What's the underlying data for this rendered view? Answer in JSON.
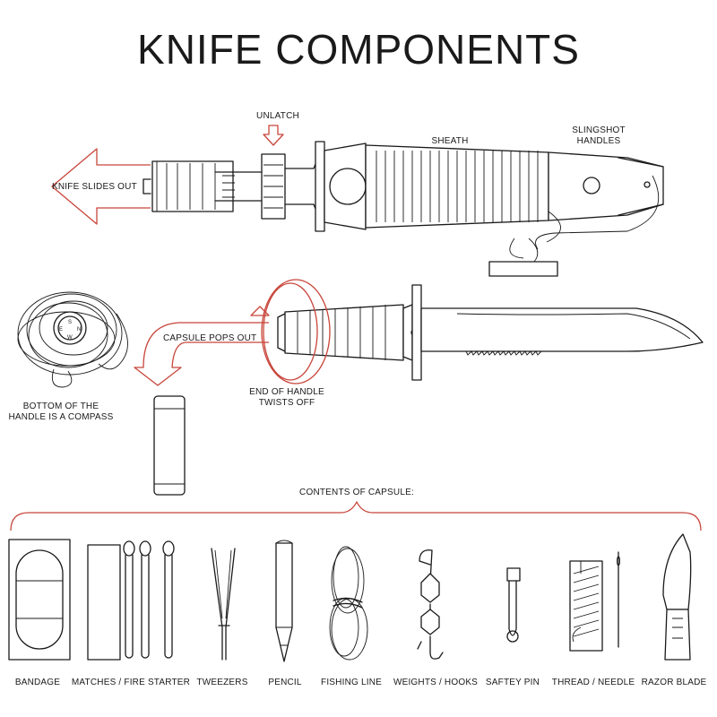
{
  "title": "KNIFE COMPONENTS",
  "labels": {
    "unlatch": "UNLATCH",
    "sheath": "SHEATH",
    "slingshot_line1": "SLINGSHOT",
    "slingshot_line2": "HANDLES",
    "knife_slides_out": "KNIFE SLIDES OUT",
    "capsule_pops_out": "CAPSULE POPS OUT",
    "end_of_handle_line1": "END OF HANDLE",
    "end_of_handle_line2": "TWISTS OFF",
    "compass_line1": "BOTTOM OF THE",
    "compass_line2": "HANDLE IS A COMPASS",
    "contents_of_capsule": "CONTENTS OF CAPSULE:"
  },
  "compass_letters": {
    "n": "N",
    "e": "E",
    "s": "S",
    "w": "W"
  },
  "contents": [
    {
      "label": "BANDAGE",
      "icon": "bandage-icon"
    },
    {
      "label": "MATCHES / FIRE STARTER",
      "icon": "matches-icon"
    },
    {
      "label": "TWEEZERS",
      "icon": "tweezers-icon"
    },
    {
      "label": "PENCIL",
      "icon": "pencil-icon"
    },
    {
      "label": "FISHING LINE",
      "icon": "fishing-line-icon"
    },
    {
      "label": "WEIGHTS / HOOKS",
      "icon": "weights-hooks-icon"
    },
    {
      "label": "SAFTEY PIN",
      "icon": "safety-pin-icon"
    },
    {
      "label": "THREAD / NEEDLE",
      "icon": "thread-needle-icon"
    },
    {
      "label": "RAZOR BLADE",
      "icon": "razor-blade-icon"
    }
  ],
  "colors": {
    "line": "#1a1a1a",
    "accent": "#c8453a",
    "background": "#ffffff"
  }
}
